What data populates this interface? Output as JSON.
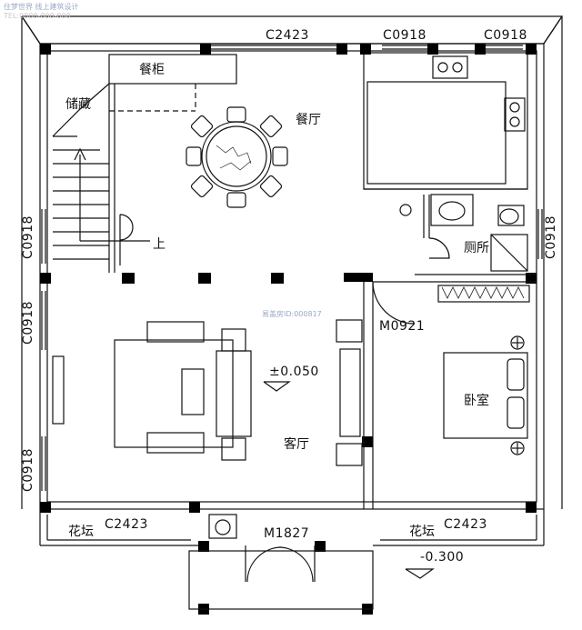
{
  "watermark": {
    "site_top": "住梦世界  线上建筑设计",
    "site_top2": "TEL:0000-000-000",
    "center": "易盖房ID:000817"
  },
  "rooms": {
    "storage": "储藏",
    "cabinet": "餐柜",
    "dining": "餐厅",
    "toilet": "厕所",
    "bedroom": "卧室",
    "living": "客厅",
    "planter_left": "花坛",
    "planter_right": "花坛",
    "stair_up": "上"
  },
  "openings": {
    "window_top_left": "C2423",
    "window_top_mid": "C0918",
    "window_top_right": "C0918",
    "window_left_1": "C0918",
    "window_left_2": "C0918",
    "window_left_3": "C0918",
    "window_right_1": "C0918",
    "door_bedroom": "M0921",
    "window_bottom_left": "C2423",
    "window_bottom_right": "C2423",
    "door_main": "M1827"
  },
  "levels": {
    "floor": "±0.050",
    "outside": "-0.300"
  },
  "colors": {
    "line": "#111111",
    "column": "#000000"
  }
}
